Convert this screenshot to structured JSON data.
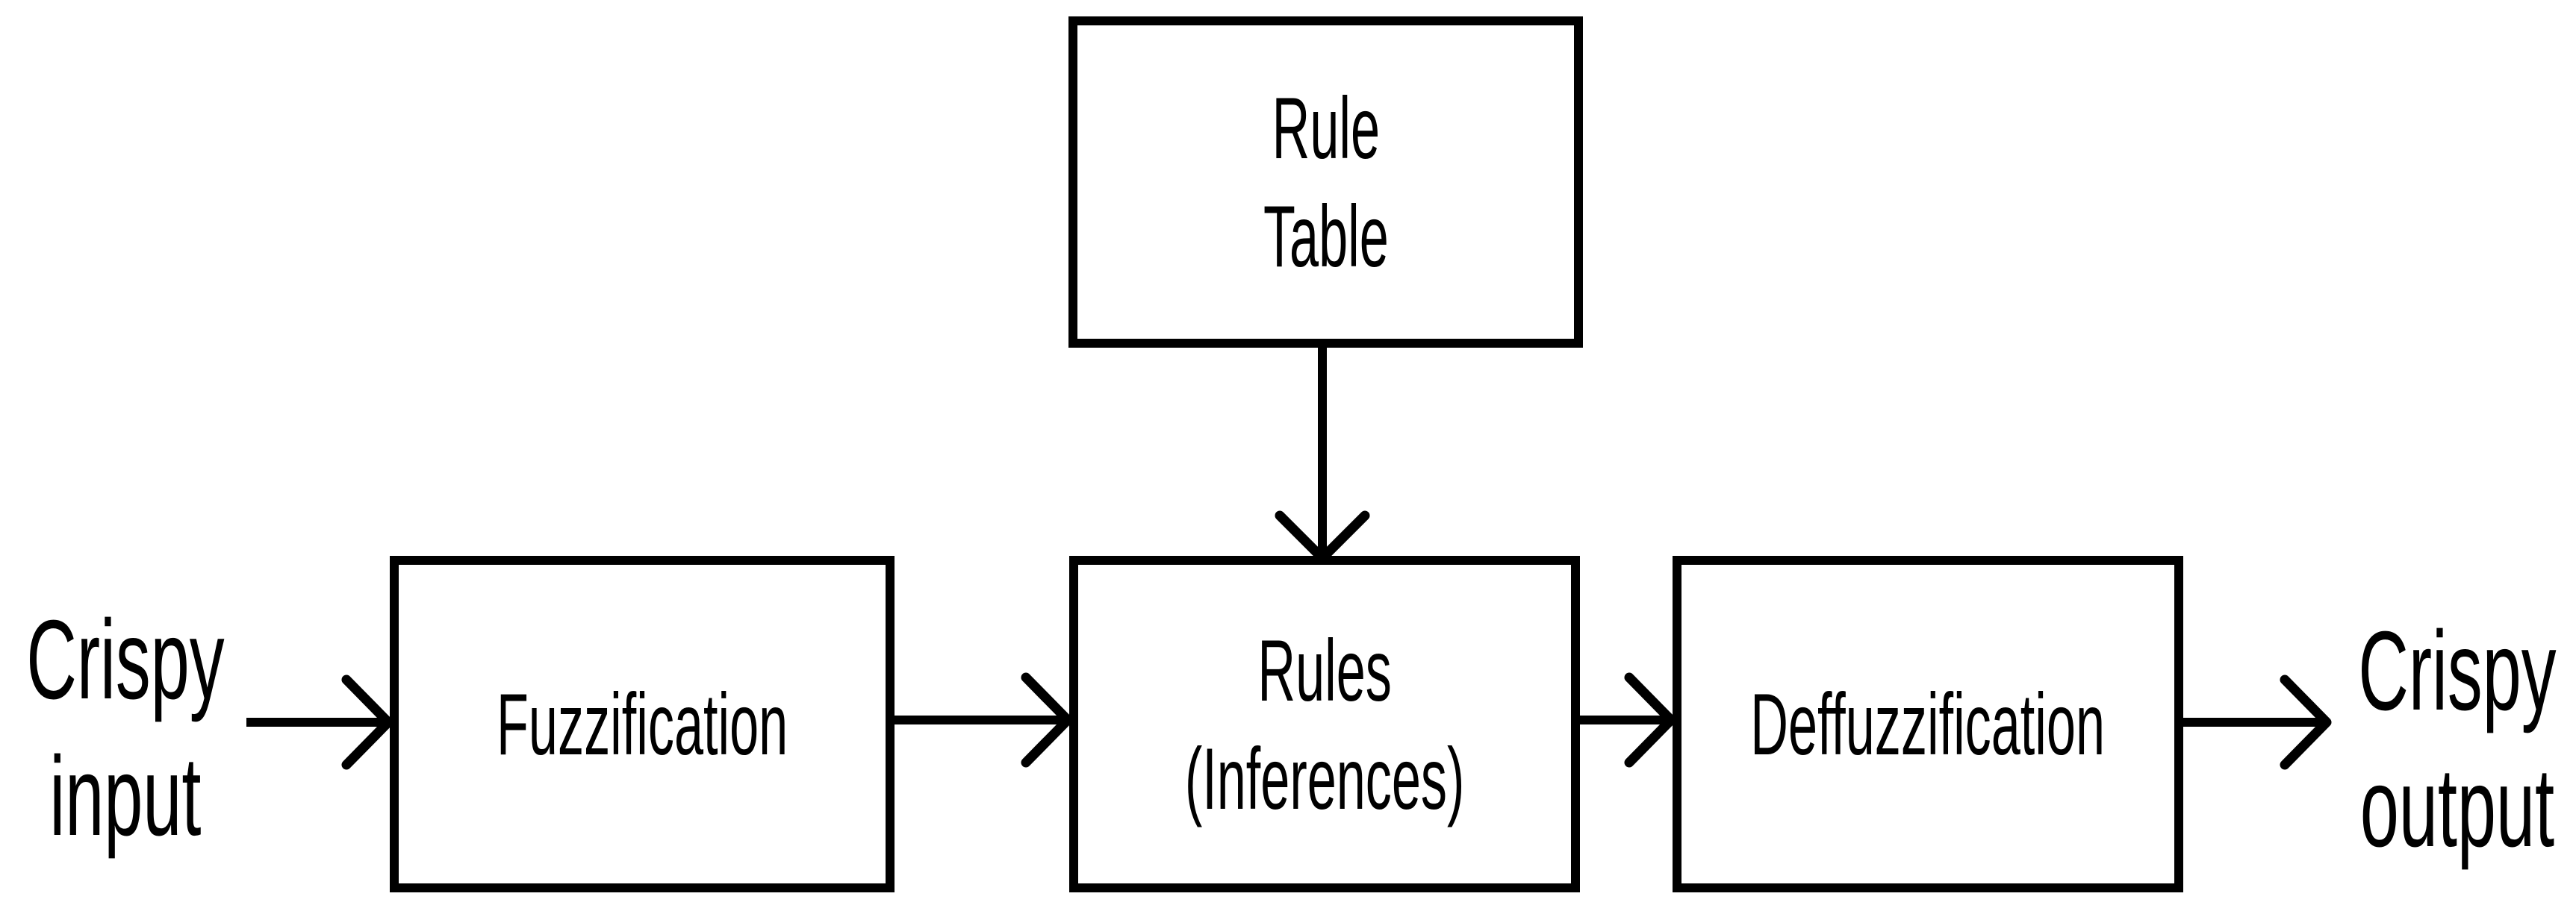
{
  "diagram": {
    "background_color": "#ffffff",
    "stroke_color": "#000000",
    "nodes": {
      "input_label": {
        "lines": [
          "Crispy",
          "input"
        ]
      },
      "fuzzification": {
        "lines": [
          "Fuzzification"
        ]
      },
      "rule_table": {
        "lines": [
          "Rule",
          "Table"
        ]
      },
      "rules": {
        "lines": [
          "Rules",
          "(Inferences)"
        ]
      },
      "defuzzification": {
        "lines": [
          "Deffuzzification"
        ]
      },
      "output_label": {
        "lines": [
          "Crispy",
          "output"
        ]
      }
    },
    "edges": [
      {
        "from": "input_label",
        "to": "fuzzification",
        "direction": "right"
      },
      {
        "from": "fuzzification",
        "to": "rules",
        "direction": "right"
      },
      {
        "from": "rule_table",
        "to": "rules",
        "direction": "down"
      },
      {
        "from": "rules",
        "to": "defuzzification",
        "direction": "right"
      },
      {
        "from": "defuzzification",
        "to": "output_label",
        "direction": "right"
      }
    ]
  }
}
